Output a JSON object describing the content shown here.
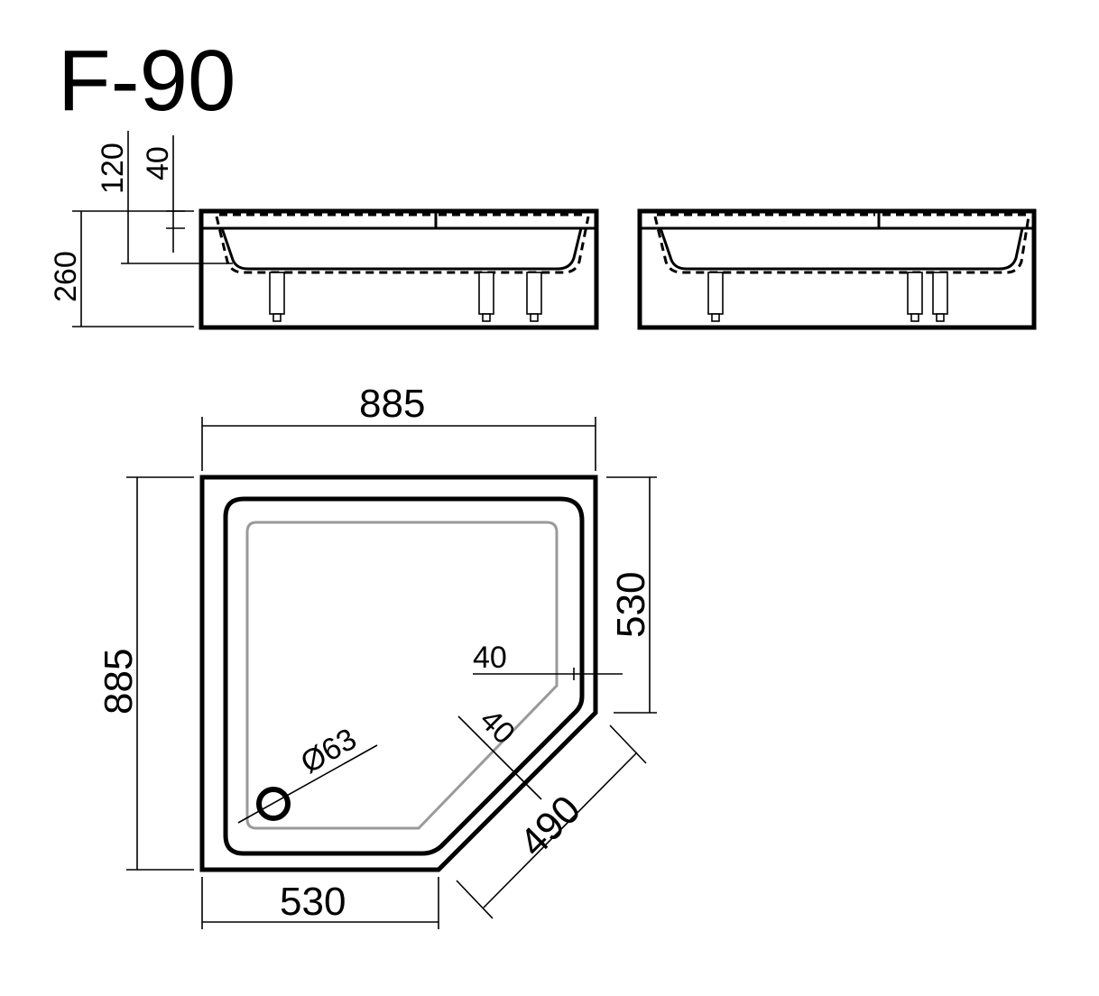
{
  "title": "F-90",
  "side_view": {
    "dim_120": "120",
    "dim_40": "40",
    "dim_260": "260"
  },
  "plan_view": {
    "width_top": "885",
    "height_left": "885",
    "right_side": "530",
    "bottom_side": "530",
    "diagonal": "490",
    "rim_right": "40",
    "rim_diagonal": "40",
    "drain_diameter": "Ø63"
  }
}
